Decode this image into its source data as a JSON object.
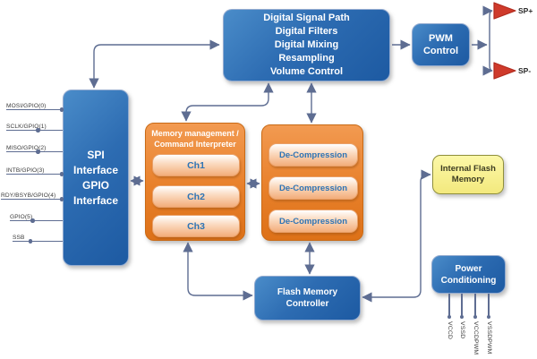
{
  "dsp_block": {
    "lines": [
      "Digital Signal Path",
      "Digital Filters",
      "Digital Mixing",
      "Resampling",
      "Volume Control"
    ]
  },
  "pwm_block": {
    "lines": [
      "PWM",
      "Control"
    ]
  },
  "spi_block": {
    "lines": [
      "SPI",
      "Interface",
      "GPIO",
      "Interface"
    ]
  },
  "memory_block": {
    "title_lines": [
      "Memory management /",
      "Command Interpreter"
    ],
    "channels": [
      "Ch1",
      "Ch2",
      "Ch3"
    ]
  },
  "decompression_block": {
    "items": [
      "De-Compression",
      "De-Compression",
      "De-Compression"
    ]
  },
  "internal_flash_block": {
    "lines": [
      "Internal Flash",
      "Memory"
    ]
  },
  "flash_controller_block": {
    "lines": [
      "Flash Memory",
      "Controller"
    ]
  },
  "power_block": {
    "lines": [
      "Power",
      "Conditioning"
    ]
  },
  "spi_pins": [
    "MOSI/GPIO(0)",
    "SCLK/GPIO(1)",
    "MISO/GPIO(2)",
    "INTB/GPIO(3)",
    "RDY/BSYB/GPIO(4)",
    "GPIO(5)",
    "SSB"
  ],
  "power_pins": [
    "VCCD",
    "VSSD",
    "VCCDPWM",
    "VSSDPWM"
  ],
  "outputs": [
    "SP+",
    "SP-"
  ],
  "colors": {
    "block_blue": "#2d6cb2",
    "block_orange": "#e8802a",
    "subblock_peach": "#f6c79b",
    "subblock_text_blue": "#2e74b5",
    "flash_yellow": "#f7ef94",
    "speaker_red": "#cf3a2b",
    "connector_gray_blue": "#5e6d92"
  }
}
